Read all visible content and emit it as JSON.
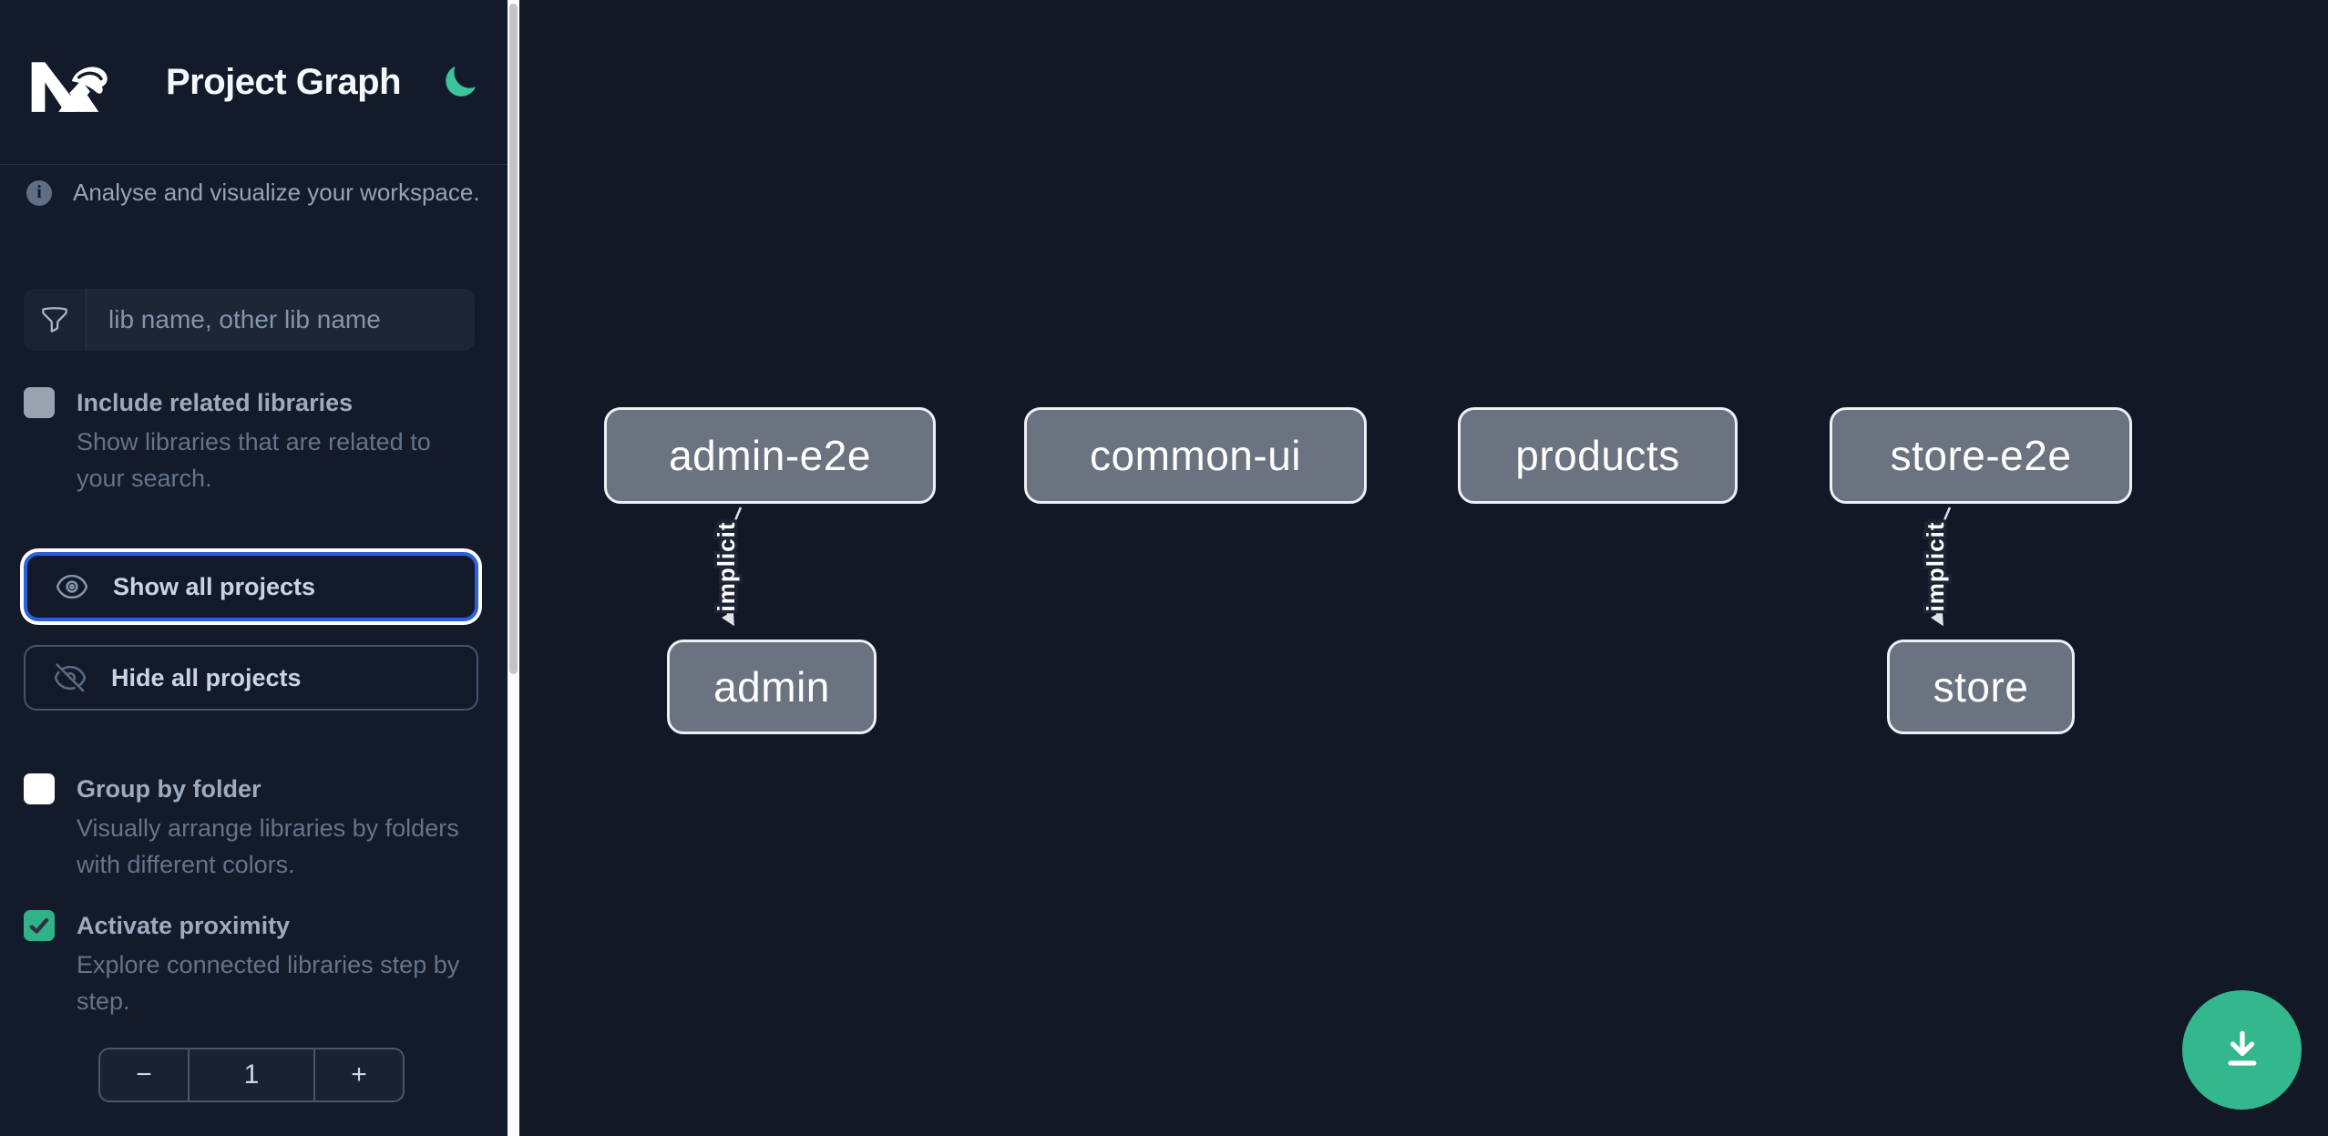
{
  "app": {
    "title": "Project Graph"
  },
  "header": {
    "logo_name": "Nx",
    "theme_toggle_icon": "moon"
  },
  "sidebar": {
    "tagline": "Analyse and visualize your workspace.",
    "search_placeholder": "lib name, other lib name",
    "buttons": {
      "show_all": "Show all projects",
      "hide_all": "Hide all projects"
    },
    "options": {
      "include_related": {
        "label": "Include related libraries",
        "description": "Show libraries that are related to your search.",
        "checked": false
      },
      "group_by_folder": {
        "label": "Group by folder",
        "description": "Visually arrange libraries by folders with different colors.",
        "checked": false
      },
      "activate_proximity": {
        "label": "Activate proximity",
        "description": "Explore connected libraries step by step.",
        "checked": true
      }
    },
    "proximity_stepper": {
      "decrement_label": "−",
      "value": "1",
      "increment_label": "+"
    }
  },
  "graph": {
    "nodes": [
      {
        "label": "admin-e2e"
      },
      {
        "label": "common-ui"
      },
      {
        "label": "products"
      },
      {
        "label": "store-e2e"
      },
      {
        "label": "admin"
      },
      {
        "label": "store"
      }
    ],
    "edges": [
      {
        "source": "admin-e2e",
        "target": "admin",
        "label": "implicit"
      },
      {
        "source": "store-e2e",
        "target": "store",
        "label": "implicit"
      }
    ]
  },
  "fab": {
    "icon": "download"
  },
  "colors": {
    "accent_green": "#33b78c",
    "focus_blue": "#2a5fe0",
    "checkbox_green": "#31b287",
    "node_fill": "#6b7280",
    "node_border": "#edf0f4",
    "sidebar_bg": "#131a2a",
    "canvas_bg": "#121826"
  }
}
